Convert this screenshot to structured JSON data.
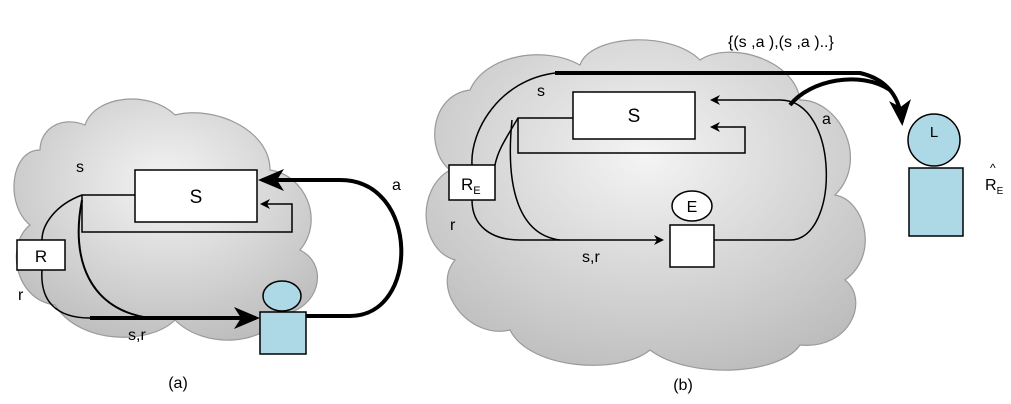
{
  "colors": {
    "cloud_fill_light": "#f2f2f2",
    "cloud_fill_dark": "#bdbdbd",
    "cloud_stroke": "#9a9a9a",
    "agent_fill": "#add8e6",
    "stroke": "#000000",
    "box_fill": "#ffffff"
  },
  "panel_a": {
    "caption": "(a)",
    "state_box": "S",
    "reward_box": "R",
    "label_s": "s",
    "label_r": "r",
    "label_a": "a",
    "label_sr": "s,r"
  },
  "panel_b": {
    "caption": "(b)",
    "state_box": "S",
    "reward_box": "R",
    "reward_box_sub": "E",
    "env_agent": "E",
    "learner": "L",
    "learned_reward": "R",
    "learned_reward_sub": "E",
    "learned_reward_hat": "^",
    "label_s": "s",
    "label_r": "r",
    "label_a": "a",
    "label_sr": "s,r",
    "trajectory_label": "{(s ,a ),(s ,a )..}"
  }
}
